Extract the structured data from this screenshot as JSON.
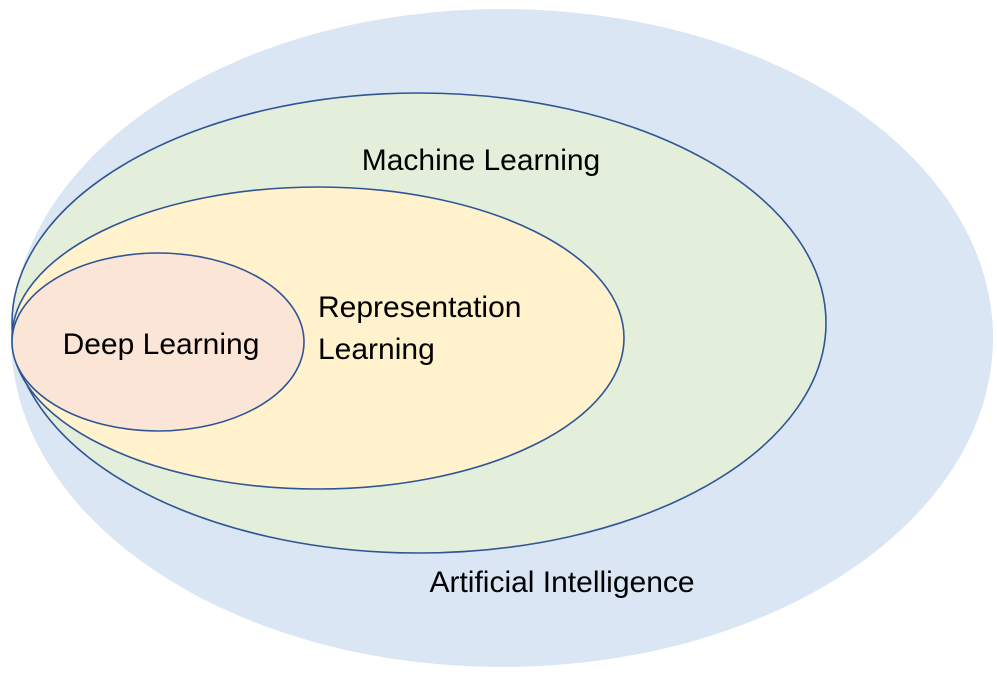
{
  "diagram": {
    "labels": {
      "ai": "Artificial Intelligence",
      "ml": "Machine Learning",
      "rl": "Representation\nLearning",
      "dl": "Deep Learning"
    },
    "colors": {
      "ai_fill": "#dae6f3",
      "ml_fill": "#e3efda",
      "rl_fill": "#fff2cc",
      "dl_fill": "#fbe5d6",
      "outline": "#2f5597",
      "text": "#000000"
    }
  }
}
